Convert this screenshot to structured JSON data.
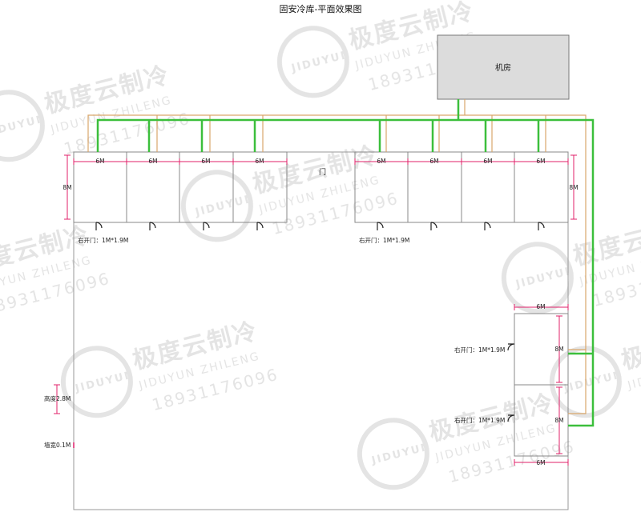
{
  "title": "固安冷库-平面效果图",
  "machine_room": "机房",
  "door_label": "门",
  "unit_width": "6M",
  "unit_depth": "8M",
  "door_spec": "右开门：1M*1.9M",
  "height_spec": "高度2.8M",
  "wall_spec": "墙宽0.1M",
  "watermark": {
    "brand": "极度云制冷",
    "pinyin": "JIDUYUN ZHILENG",
    "phone": "18931176096",
    "logo": "JIDUYUN"
  },
  "colors": {
    "refrigerant_pipe": "#3cbf3c",
    "drain_pipe": "#d9a66a",
    "dimension": "#e0206a",
    "watermark": "#d9d9d9"
  }
}
